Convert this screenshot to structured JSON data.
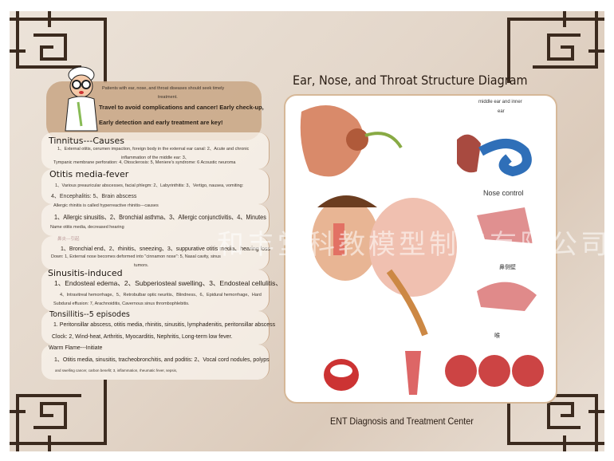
{
  "title": "Ear, Nose, and Throat Structure Diagram",
  "footer": "ENT Diagnosis and Treatment Center",
  "watermark": "和丰堂科教模型制造有限公司",
  "banner": {
    "line1": "Patients with ear, nose, and throat diseases should seek timely",
    "line2": "treatment.",
    "line3": "Travel to avoid complications and cancer! Early check-up,",
    "line4": "Early detection and early treatment are key!"
  },
  "sections": [
    {
      "heading": "Tinnitus---Causes",
      "lines": [
        "1、External otitis, cerumen impaction, foreign body in the external ear canal: 2、Acute and chronic",
        "inflammation of the middle ear: 3、",
        "Tympanic membrane perforation: 4, Otosclerosis: 5, Meniere's syndrome: 6 Acoustic neuroma"
      ]
    },
    {
      "heading": "Otitis media-fever",
      "lines": [
        "1、Various preauricular abscesses, facial phlegm: 2、Labyrinthitis: 3、Vertigo, nausea, vomiting:",
        "4、Encephalitis: 5、Brain abscess"
      ]
    },
    {
      "heading": "Allergic rhinitis is called hyperreactive rhinitis---causes",
      "lines": [
        "1、Allergic sinusitis、2、Bronchial asthma、3、Allergic conjunctivitis、4、Minutes",
        "Name otitis media, decreased hearing"
      ]
    },
    {
      "heading": "鼻炎---引起",
      "lines": [
        "1、Bronchial end、2、rhinitis、sneezing、3、suppurative otitis media、hearing loss",
        "Down: 1, External nose becomes deformed into \"cinnamon nose\": 5, Nasal cavity, sinus",
        "tumors."
      ]
    },
    {
      "heading": "Sinusitis-induced",
      "lines": [
        "1、Endosteal edema、2、Subperiosteal swelling、3、Endosteal cellulitis、",
        "4、Intravitreal hemorrhage、5、Retrobulbar optic neuritis、Blindness、6、Epidural hemorrhage、Hard",
        "Subdural effusion: 7, Arachnoiditis, Cavernous sinus thrombophlebitis."
      ]
    },
    {
      "heading": "Tonsillitis--5 episodes",
      "lines": [
        "1. Peritonsillar abscess, otitis media, rhinitis, sinusitis, lymphadenitis, peritonsillar abscess",
        "Clock: 2, Wind-heat, Arthritis, Myocarditis, Nephritis, Long-term low fever."
      ]
    },
    {
      "heading": "Warm Flame---Initiate",
      "lines": [
        "1、Otitis media, sinusitis, tracheobronchitis, and poditis: 2、Vocal cord nodules, polyps",
        "and swelling cancer, carbon benefit; 3, inflammation, rheumatic fever, sepsis,"
      ]
    }
  ],
  "diagram": {
    "middle_ear_label_1": "middle ear and inner",
    "middle_ear_label_2": "ear",
    "nose_label": "Nose control",
    "nasal_wall_label": "鼻侧壁",
    "throat_label": "喉"
  },
  "colors": {
    "background": "#e3d6c9",
    "lattice": "#3b2a1e",
    "banner": "#caa888",
    "panel_border": "#d6b898"
  }
}
